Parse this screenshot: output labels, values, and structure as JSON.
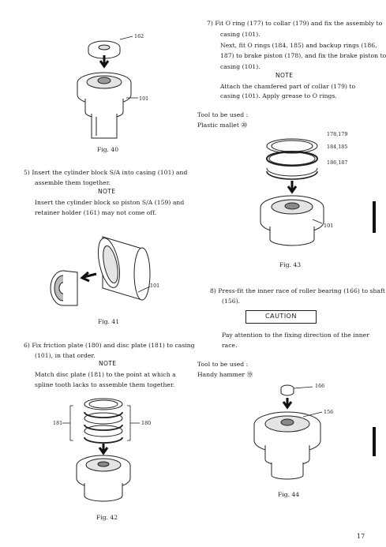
{
  "step7": {
    "l1": "7)  Fit O ring (177) to collar (179) and fix the assembly to",
    "l2": "casing (101).",
    "l3": "Next, fit O rings (184, 185) and backup rings (186,",
    "l4": "187) to brake piston (178), and fix the brake piston to",
    "l5": "casing (101).",
    "note_label": "NOTE",
    "n1": "Attach the chamfered part of collar (179) to",
    "n2": "casing (101). Apply grease to O rings.",
    "tool_label": "Tool to be used :",
    "tool": "Plastic mallet ⑳"
  },
  "fig40": {
    "caption": "Fig. 40",
    "callout_top": "162",
    "callout_bottom": "101"
  },
  "step5": {
    "l1": "5)  Insert the cylinder block S/A into casing (101) and",
    "l2": "assemble them together.",
    "note_label": "NOTE",
    "n1": "Insert the cylinder block so piston S/A (159) and",
    "n2": "retainer holder (161) may not come off."
  },
  "fig41": {
    "caption": "Fig. 41",
    "callout": "101"
  },
  "fig43": {
    "caption": "Fig. 43",
    "c1": "178,179",
    "c2": "184,185",
    "c3": "186,187",
    "c4": "101"
  },
  "step8": {
    "l1": "8)  Press-fit the inner race of roller bearing (166) to shaft",
    "l2": "(156).",
    "caution": "CAUTION",
    "c1": "Pay attention to the fixing direction of the inner",
    "c2": "race.",
    "tool_label": "Tool to be used :",
    "tool": "Handy hammer ⑲"
  },
  "step6": {
    "l1": "6)  Fix friction plate (180) and disc plate (181) to casing",
    "l2": "(101), in that order.",
    "note_label": "NOTE",
    "n1": "Match disc plate (181) to the point at which a",
    "n2": "spline tooth lacks to assemble them together."
  },
  "fig42": {
    "caption": "Fig. 42",
    "c_left": "181",
    "c_right": "180"
  },
  "fig44": {
    "caption": "Fig. 44",
    "c_top": "166",
    "c_right": "156"
  },
  "page_number": "17"
}
